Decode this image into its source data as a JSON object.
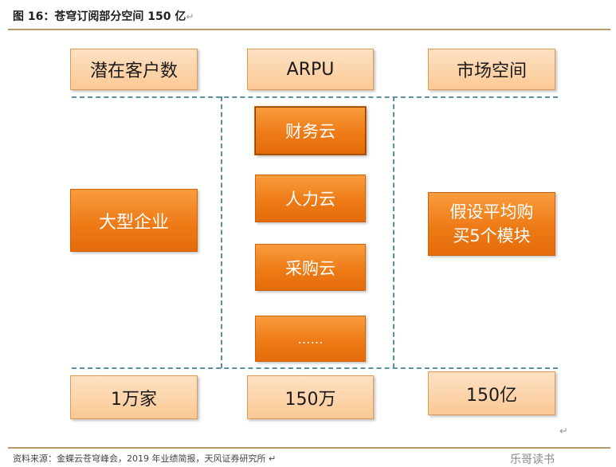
{
  "figure": {
    "title": "图 16：苍穹订阅部分空间 150 亿",
    "return_mark": "↵"
  },
  "columns": {
    "headers": [
      "潜在客户数",
      "ARPU",
      "市场空间"
    ],
    "left_middle": "大型企业",
    "modules": [
      "财务云",
      "人力云",
      "采购云",
      "……"
    ],
    "right_middle_line1": "假设平均购",
    "right_middle_line2": "买5个模块",
    "totals": [
      "1万家",
      "150万",
      "150亿"
    ]
  },
  "footer": {
    "enter_mark": "↵",
    "source": "资料来源：金蝶云苍穹峰会，2019 年业绩简报，天风证券研究所 ↵",
    "watermark": "乐哥读书"
  },
  "colors": {
    "light_box": "#fbc995",
    "dark_box": "#ee7b17",
    "dashed_line": "#5a8fa4",
    "rule": "#b6996a"
  }
}
